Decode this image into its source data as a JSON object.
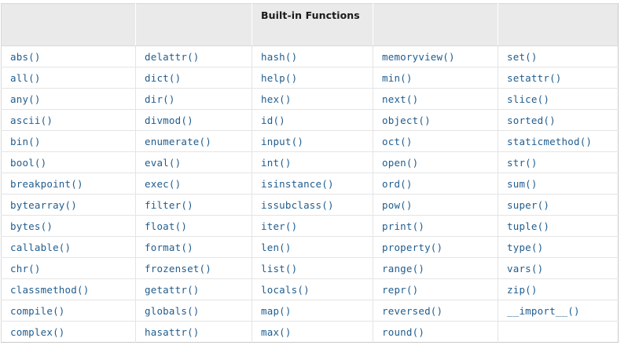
{
  "table": {
    "title": "Built-in Functions",
    "header": [
      "",
      "",
      "Built-in\nFunctions",
      "",
      ""
    ],
    "header_label_col3": "Built-in Functions",
    "colors": {
      "header_background": "#eaeaea",
      "header_text": "#1a1a1a",
      "cell_text": "#1f5c8e",
      "grid_line": "#e4e4e4",
      "page_background": "#ffffff"
    },
    "columns": 5,
    "data_rows": 14,
    "rows": [
      [
        "abs()",
        "delattr()",
        "hash()",
        "memoryview()",
        "set()"
      ],
      [
        "all()",
        "dict()",
        "help()",
        "min()",
        "setattr()"
      ],
      [
        "any()",
        "dir()",
        "hex()",
        "next()",
        "slice()"
      ],
      [
        "ascii()",
        "divmod()",
        "id()",
        "object()",
        "sorted()"
      ],
      [
        "bin()",
        "enumerate()",
        "input()",
        "oct()",
        "staticmethod()"
      ],
      [
        "bool()",
        "eval()",
        "int()",
        "open()",
        "str()"
      ],
      [
        "breakpoint()",
        "exec()",
        "isinstance()",
        "ord()",
        "sum()"
      ],
      [
        "bytearray()",
        "filter()",
        "issubclass()",
        "pow()",
        "super()"
      ],
      [
        "bytes()",
        "float()",
        "iter()",
        "print()",
        "tuple()"
      ],
      [
        "callable()",
        "format()",
        "len()",
        "property()",
        "type()"
      ],
      [
        "chr()",
        "frozenset()",
        "list()",
        "range()",
        "vars()"
      ],
      [
        "classmethod()",
        "getattr()",
        "locals()",
        "repr()",
        "zip()"
      ],
      [
        "compile()",
        "globals()",
        "map()",
        "reversed()",
        "__import__()"
      ],
      [
        "complex()",
        "hasattr()",
        "max()",
        "round()",
        ""
      ]
    ]
  }
}
